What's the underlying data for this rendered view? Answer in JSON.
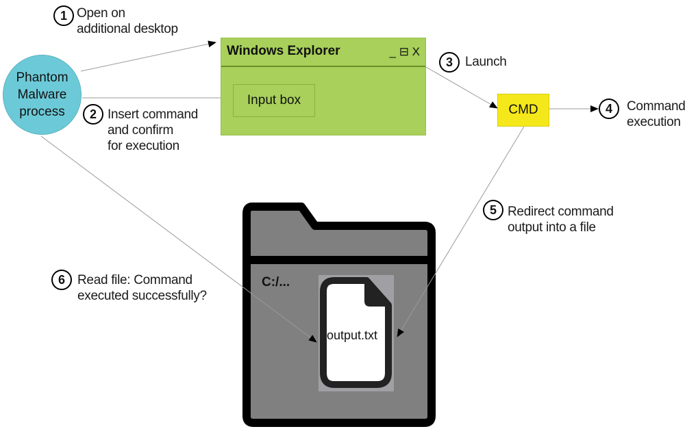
{
  "nodes": {
    "malware": "Phantom Malware process",
    "malware_lines": [
      "Phantom",
      "Malware",
      "process"
    ],
    "explorer_title": "Windows Explorer",
    "explorer_controls": "_ ⊟ X",
    "input_box": "Input box",
    "cmd": "CMD",
    "folder_path": "C:/...",
    "file_name": "output.txt"
  },
  "steps": [
    {
      "num": "1",
      "lines": [
        "Open on",
        "additional desktop"
      ]
    },
    {
      "num": "2",
      "lines": [
        "Insert command",
        "and confirm",
        "for execution"
      ]
    },
    {
      "num": "3",
      "lines": [
        "Launch"
      ]
    },
    {
      "num": "4",
      "lines": [
        "Command",
        "execution"
      ]
    },
    {
      "num": "5",
      "lines": [
        "Redirect command",
        "output into a file"
      ]
    },
    {
      "num": "6",
      "lines": [
        "Read file: Command",
        "executed successfully?"
      ]
    }
  ],
  "colors": {
    "malware": "#6ccad8",
    "explorer": "#a8d05a",
    "cmd": "#f5e81a",
    "folder": "#808080"
  }
}
